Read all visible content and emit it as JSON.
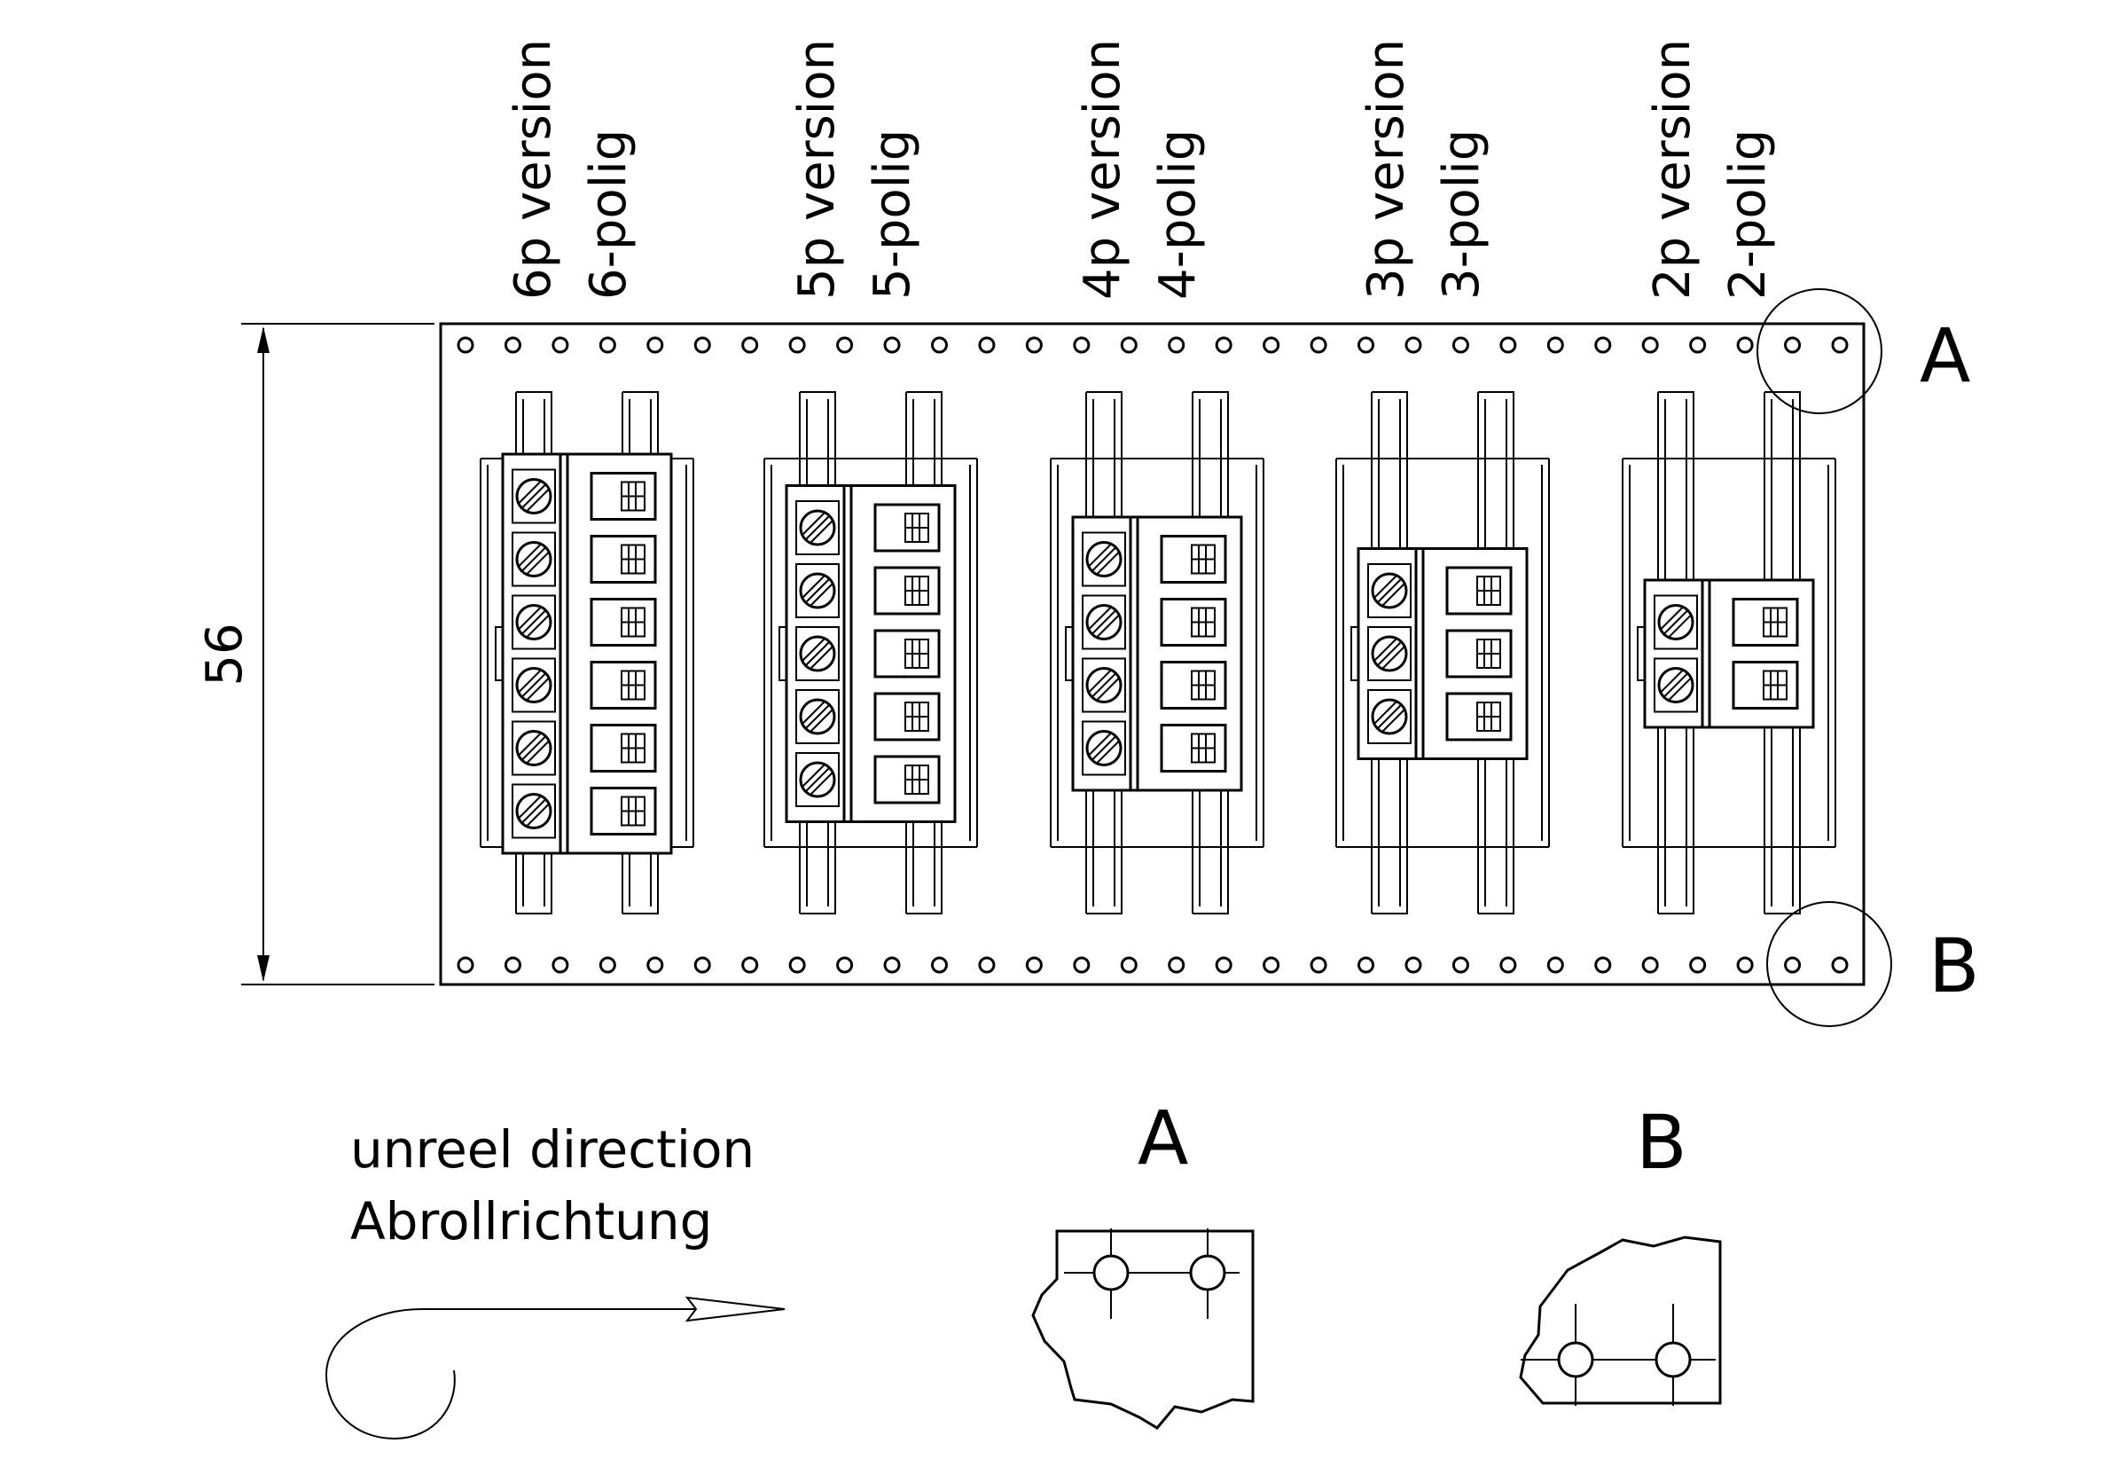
{
  "versions": [
    {
      "en": "6p version",
      "de": "6-polig",
      "poles": 6
    },
    {
      "en": "5p version",
      "de": "5-polig",
      "poles": 5
    },
    {
      "en": "4p version",
      "de": "4-polig",
      "poles": 4
    },
    {
      "en": "3p version",
      "de": "3-polig",
      "poles": 3
    },
    {
      "en": "2p version",
      "de": "2-polig",
      "poles": 2
    }
  ],
  "dimension": {
    "value": "56"
  },
  "markers": {
    "a": "A",
    "b": "B"
  },
  "direction": {
    "en": "unreel direction",
    "de": "Abrollrichtung"
  },
  "details": {
    "a_title": "A",
    "b_title": "B"
  },
  "sprocket_holes_per_row": 30
}
